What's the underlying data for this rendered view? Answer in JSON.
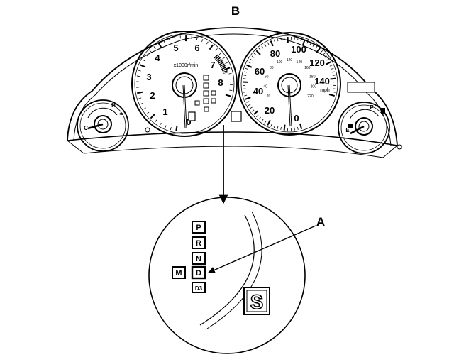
{
  "callouts": {
    "a": "A",
    "b": "B"
  },
  "tachometer": {
    "unit_label": "x1000r/min",
    "ticks": [
      {
        "label": "0"
      },
      {
        "label": "1"
      },
      {
        "label": "2"
      },
      {
        "label": "3"
      },
      {
        "label": "4"
      },
      {
        "label": "5"
      },
      {
        "label": "6"
      },
      {
        "label": "7"
      },
      {
        "label": "8"
      }
    ]
  },
  "speedometer": {
    "unit_label": "mph",
    "ticks": [
      {
        "label": "0"
      },
      {
        "label": "20"
      },
      {
        "label": "40"
      },
      {
        "label": "60"
      },
      {
        "label": "80"
      },
      {
        "label": "100"
      },
      {
        "label": "120"
      },
      {
        "label": "140"
      }
    ],
    "inner_ticks": [
      "20",
      "40",
      "60",
      "80",
      "100",
      "120",
      "140",
      "160",
      "180",
      "200",
      "220"
    ]
  },
  "temp_gauge": {
    "high": "H",
    "low": "C"
  },
  "fuel_gauge": {
    "full": "F",
    "empty": "E"
  },
  "gear_indicator": {
    "positions": [
      "P",
      "R",
      "N",
      "D",
      "D3"
    ],
    "selected": "D",
    "mode": "M",
    "display": "S"
  },
  "colors": {
    "line": "#000000",
    "background": "#ffffff"
  }
}
